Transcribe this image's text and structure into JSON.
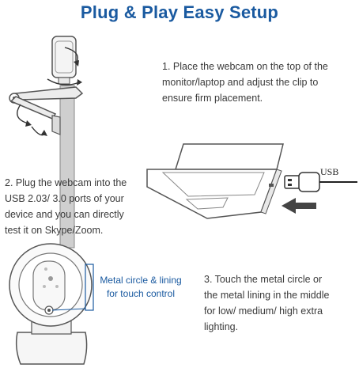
{
  "header": {
    "title": "Plug & Play Easy Setup"
  },
  "steps": [
    {
      "text": "1. Place the webcam on the top of the\nmonitor/laptop and adjust the clip to\nensure firm placement."
    },
    {
      "text": "2. Plug the webcam into the\nUSB 2.03/ 3.0 ports of your\ndevice and you can directly\ntest it on Skype/Zoom."
    },
    {
      "text": "3. Touch the metal circle or\nthe metal lining in the middle\nfor low/ medium/ high extra\nlighting."
    }
  ],
  "callout": {
    "text": "Metal circle & lining\nfor touch control"
  },
  "usb": {
    "label": "USB"
  },
  "colors": {
    "title": "#1a5aa0",
    "callout": "#1a5aa0",
    "outline": "#555555"
  },
  "icons": [
    "webcam-clip-illustration",
    "laptop-illustration",
    "usb-plug-icon",
    "arrow-left-icon",
    "webcam-ring-light-illustration",
    "rotate-arrow-icon"
  ]
}
